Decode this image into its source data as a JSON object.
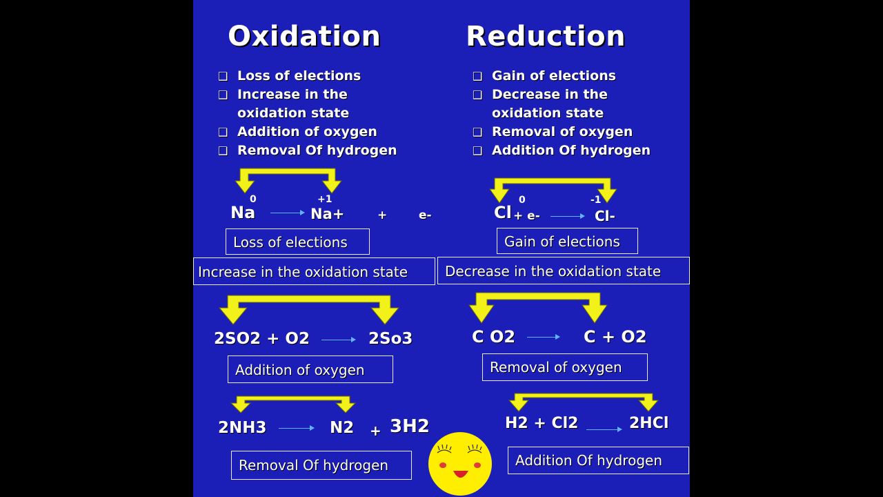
{
  "oxidation": {
    "title": "Oxidation",
    "bullets": [
      "Loss  of elections",
      "Increase in the",
      "oxidation state",
      "Addition  of oxygen",
      "Removal Of hydrogen"
    ],
    "eq1": {
      "ox0": "0",
      "ox1": "+1",
      "na": "Na",
      "na_plus": "Na+",
      "plus": "+",
      "e": "e-"
    },
    "label1": "Loss  of elections",
    "label2": "Increase in the oxidation state",
    "eq2": {
      "lhs": "2SO2 + O2",
      "rhs": "2So3"
    },
    "label3": "Addition  of oxygen",
    "eq3": {
      "lhs": "2NH3",
      "n2": "N2",
      "plus": "+",
      "h2": "3H2"
    },
    "label4": "Removal Of hydrogen"
  },
  "reduction": {
    "title": "Reduction",
    "bullets": [
      "Gain of elections",
      "Decrease in the",
      "oxidation state",
      "Removal  of oxygen",
      "Addition Of hydrogen"
    ],
    "eq1": {
      "ox0": "0",
      "ox1": "-1",
      "cl": "Cl",
      "plus_e": "+ e-",
      "cl_minus": "Cl-"
    },
    "label1": "Gain of elections",
    "label2": "Decrease in the oxidation state",
    "eq2": {
      "lhs": "C O2",
      "rhs": "C  + O2"
    },
    "label3": "Removal  of oxygen",
    "eq3": {
      "lhs": "H2  + Cl2",
      "rhs": "2HCl"
    },
    "label4": "Addition Of hydrogen"
  },
  "bullet_icon": "hollow-square-icon",
  "colors": {
    "background": "#1b1fb8",
    "arrow": "#f2f21a",
    "reaction_arrow": "#5fb5ff",
    "smiley": "#ffee00"
  }
}
